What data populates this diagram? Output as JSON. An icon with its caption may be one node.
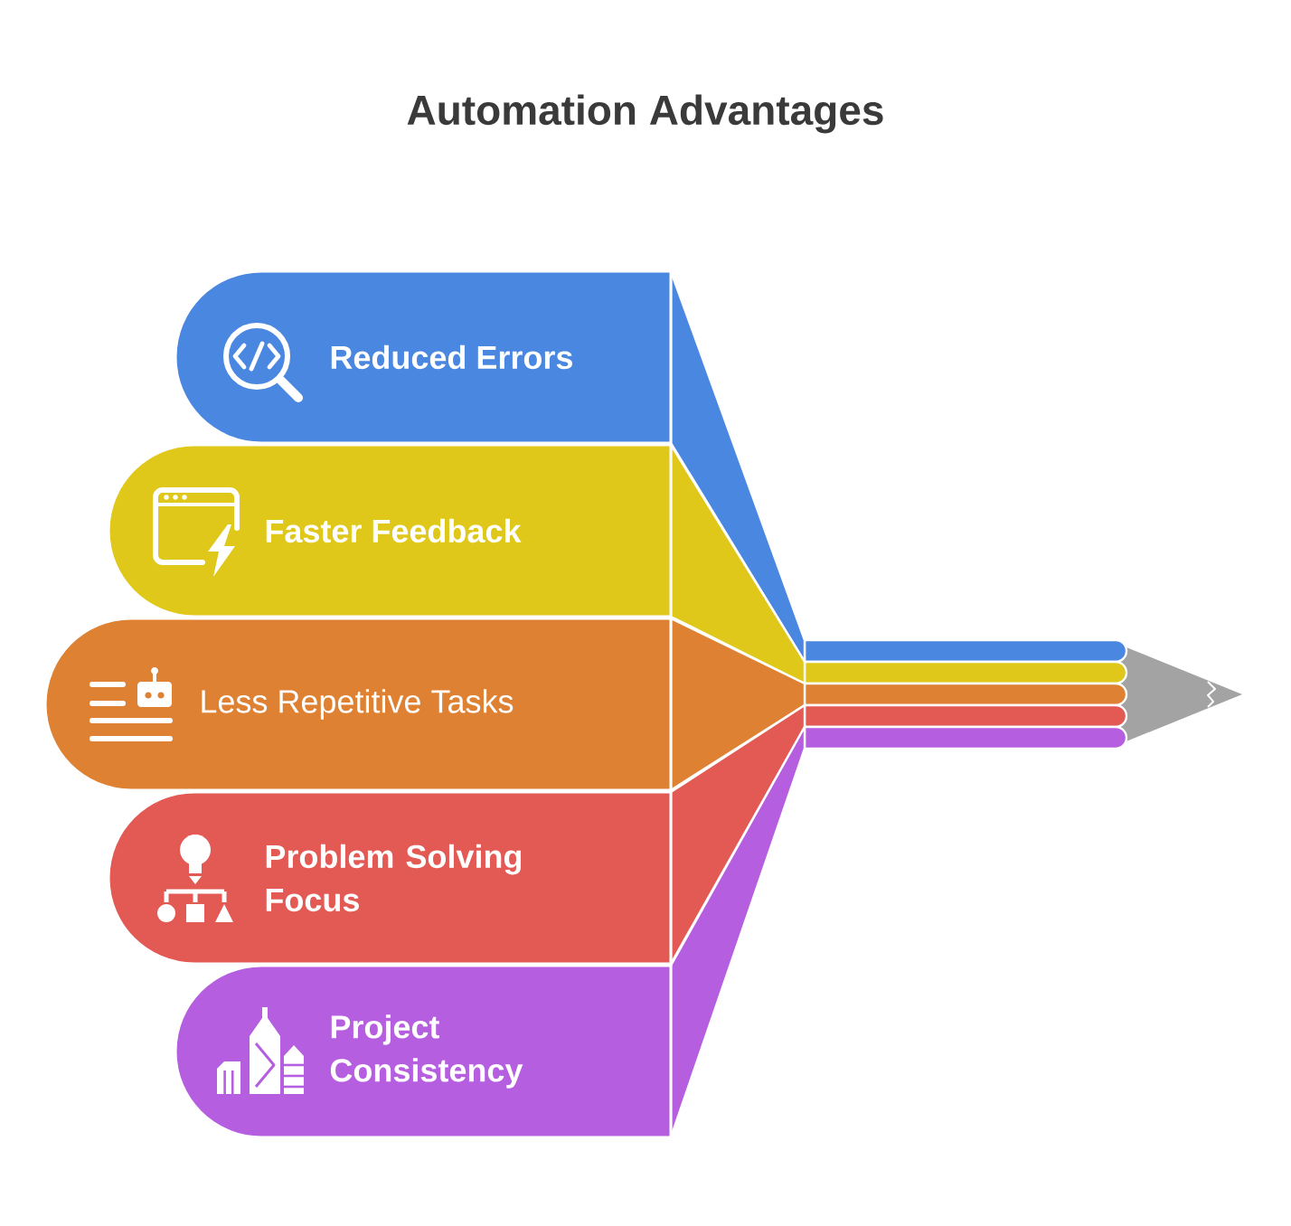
{
  "diagram": {
    "title": "Automation Advantages",
    "nodes": [
      {
        "text": [
          "Reduced Errors"
        ]
      },
      {
        "text": [
          "Faster Feedback"
        ]
      },
      {
        "text": [
          "Less Repetitive Tasks"
        ]
      },
      {
        "text": [
          "Problem Solving Focus"
        ]
      },
      {
        "text": [
          "Project Consistency"
        ]
      }
    ]
  }
}
